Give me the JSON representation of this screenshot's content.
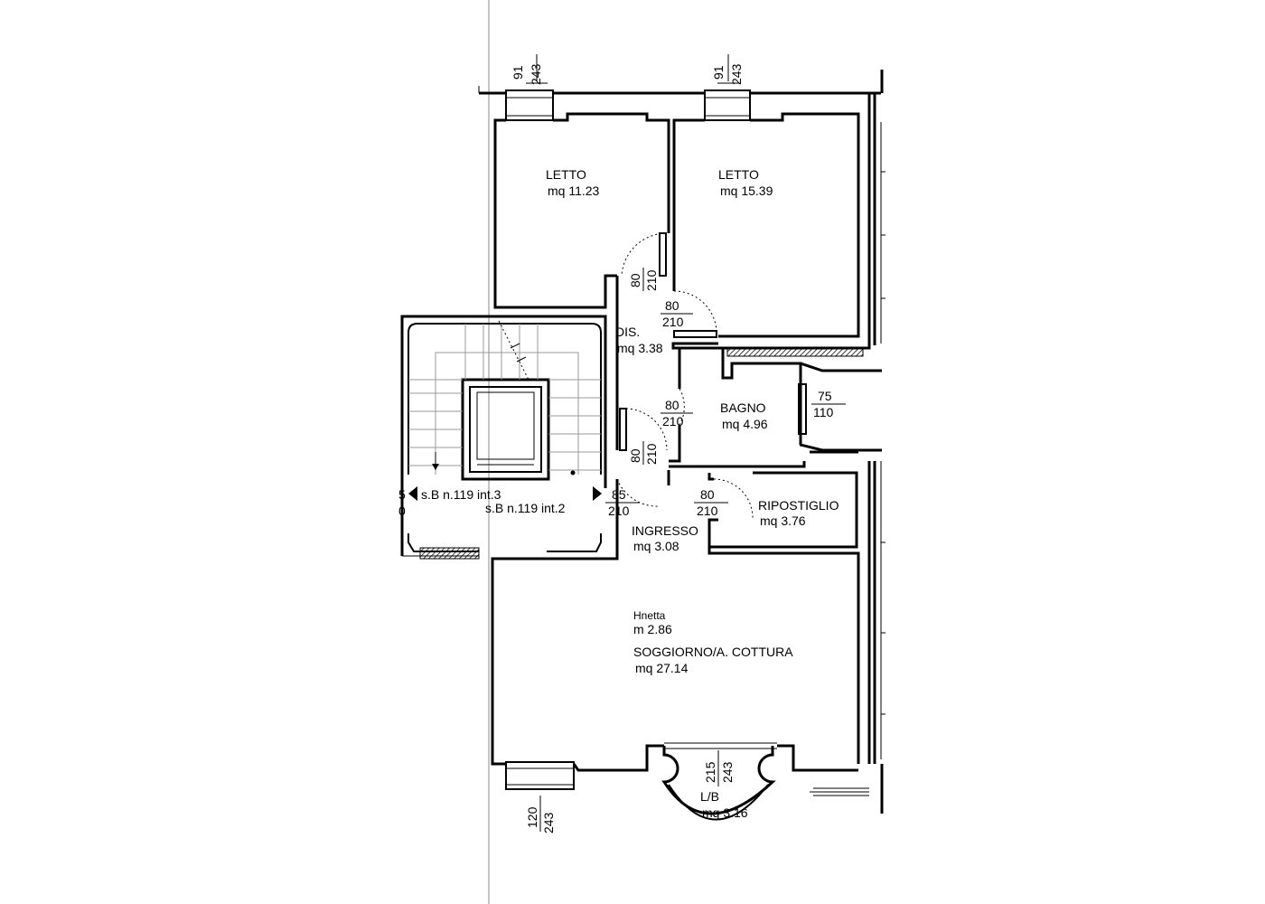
{
  "rooms": {
    "letto_1": {
      "name": "LETTO",
      "area": "mq 11.23"
    },
    "letto_2": {
      "name": "LETTO",
      "area": "mq 15.39"
    },
    "dis": {
      "name": "DIS.",
      "area": "mq 3.38"
    },
    "bagno": {
      "name": "BAGNO",
      "area": "mq 4.96"
    },
    "ripostiglio": {
      "name": "RIPOSTIGLIO",
      "area": "mq 3.76"
    },
    "ingresso": {
      "name": "INGRESSO",
      "area": "mq 3.08"
    },
    "soggiorno": {
      "height_label": "Hnetta",
      "height_value": "m 2.86",
      "name": "SOGGIORNO/A. COTTURA",
      "area": "mq 27.14"
    },
    "lb": {
      "name": "L/B",
      "area": "mq 3.16"
    }
  },
  "units": {
    "int3": "s.B  n.119  int.3",
    "int2": "s.B  n.119  int.2",
    "int3_prefix": "5",
    "int3_suffix": "0"
  },
  "openings": {
    "win_letto1": {
      "w": "91",
      "h": "243"
    },
    "win_letto2": {
      "w": "91",
      "h": "243"
    },
    "door_letto1": {
      "w": "80",
      "h": "210"
    },
    "door_letto2": {
      "w": "80",
      "h": "210"
    },
    "door_bagno": {
      "w": "80",
      "h": "210"
    },
    "window_bagno": {
      "w": "75",
      "h": "110"
    },
    "door_lower": {
      "w": "80",
      "h": "210"
    },
    "door_entrance": {
      "w": "85",
      "h": "210"
    },
    "door_ripostiglio": {
      "w": "80",
      "h": "210"
    },
    "win_lb": {
      "w": "215",
      "h": "243"
    },
    "win_soggiorno": {
      "w": "120",
      "h": "243"
    }
  }
}
